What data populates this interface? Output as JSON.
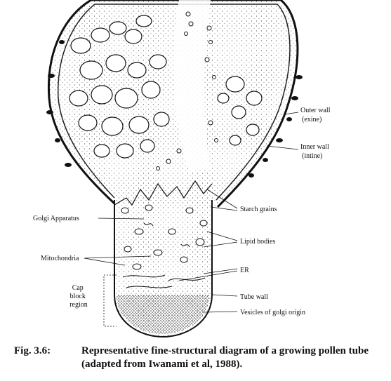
{
  "labels": {
    "outer_wall": [
      "Outer wall",
      "(exine)"
    ],
    "inner_wall": [
      "Inner wall",
      "(intine)"
    ],
    "starch_grains": "Starch grains",
    "golgi_apparatus": "Golgi  Apparatus",
    "lipid_bodies": "Lipid bodies",
    "mitochondria": "Mitochondria",
    "er": "ER",
    "cap_block_region": [
      "Cap",
      "block",
      "region"
    ],
    "tube_wall": "Tube wall",
    "vesicles": "Vesicles of golgi origin"
  },
  "caption": {
    "number": "Fig. 3.6:",
    "line1": "Representative fine-structural diagram of a growing pollen tube",
    "line2": "(adapted from Iwanami et al, 1988)."
  }
}
